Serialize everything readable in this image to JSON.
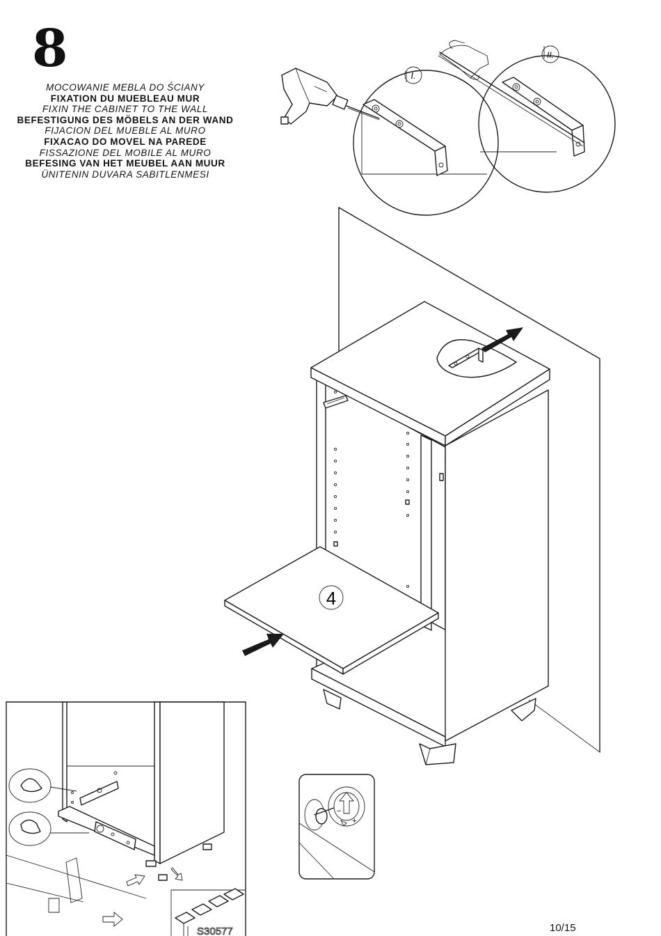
{
  "step": {
    "number": "8"
  },
  "titles": [
    {
      "text": "MOCOWANIE MEBLA DO ŚCIANY",
      "style": "italic"
    },
    {
      "text": "FIXATION DU MUEBLEAU MUR",
      "style": "bold"
    },
    {
      "text": "FIXIN THE CABINET TO THE WALL",
      "style": "italic"
    },
    {
      "text": "BEFESTIGUNG DES MÖBELS AN DER WAND",
      "style": "bold"
    },
    {
      "text": "FIJACION DEL MUEBLE AL MURO",
      "style": "italic"
    },
    {
      "text": "FIXACAO DO MOVEL NA PAREDE",
      "style": "bold"
    },
    {
      "text": "FISSAZIONE DEL MOBILE AL MURO",
      "style": "italic"
    },
    {
      "text": "BEFESING VAN HET MEUBEL AAN MUUR",
      "style": "bold"
    },
    {
      "text": "ÜNITENIN DUVARA SABITLENMESI",
      "style": "italic"
    }
  ],
  "detail_labels": {
    "first": "I.",
    "second": "II."
  },
  "part_label": "4",
  "lock_symbols": {
    "minus": "−",
    "plus": "+"
  },
  "corner_code": "S30577",
  "footer": {
    "page": "10/15"
  },
  "icons": [
    "drill-icon",
    "hand-icon",
    "level-icon",
    "cam-lock-icon",
    "arrow-icon"
  ]
}
